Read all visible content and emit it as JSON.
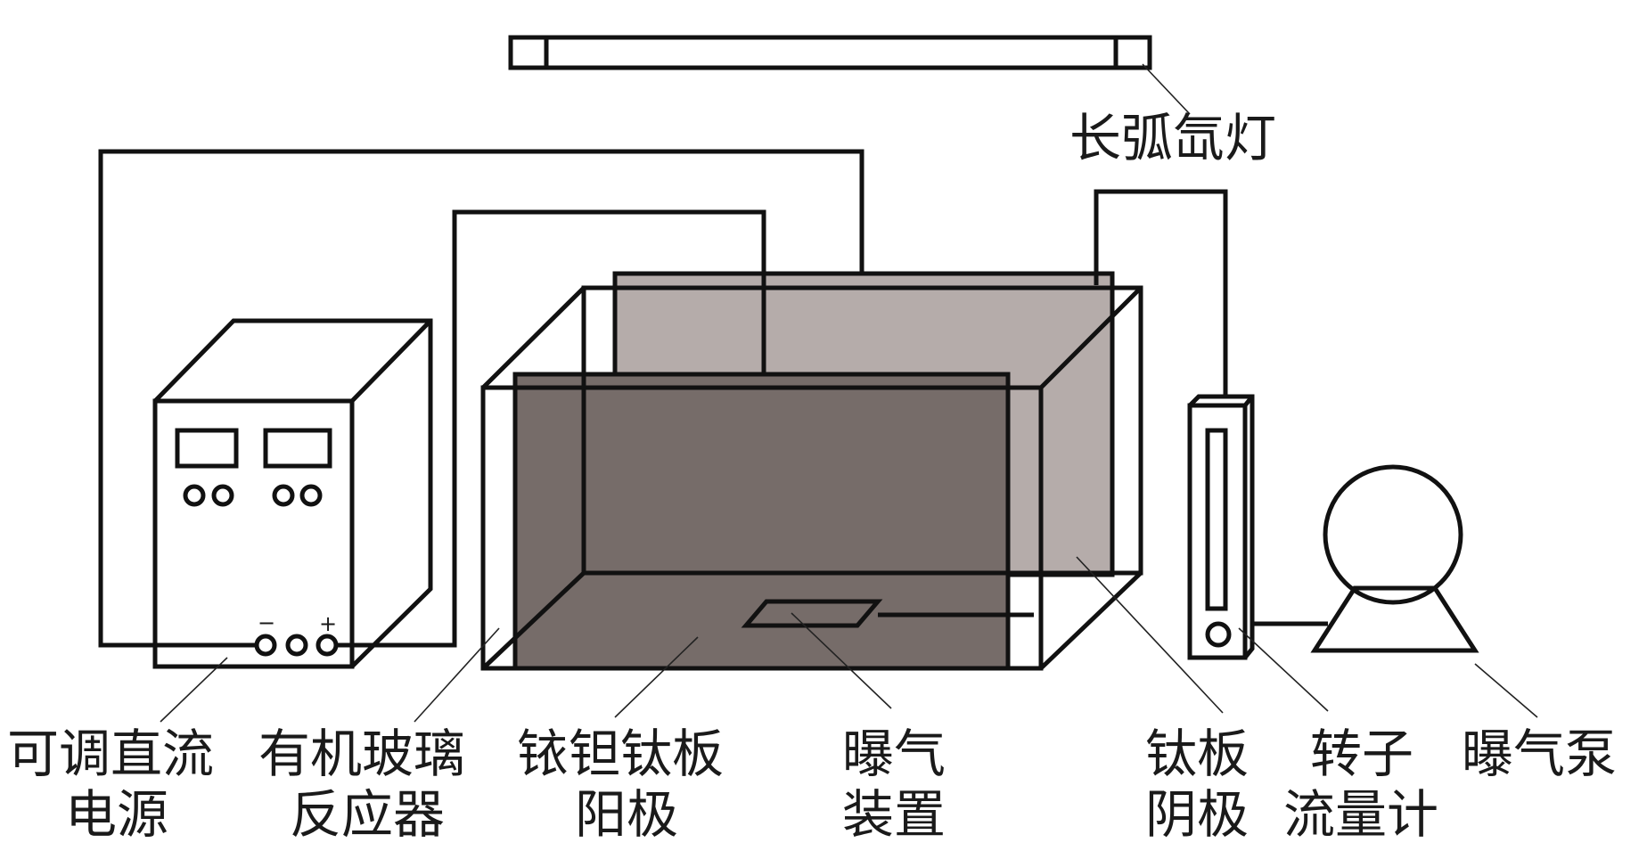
{
  "labels": {
    "lamp": "长弧氙灯",
    "power_line1": "可调直流",
    "power_line2": "电源",
    "reactor_line1": "有机玻璃",
    "reactor_line2": "反应器",
    "anode_line1": "铱钽钛板",
    "anode_line2": "阳极",
    "aerator_line1": "曝气",
    "aerator_line2": "装置",
    "cathode_line1": "钛板",
    "cathode_line2": "阴极",
    "flowmeter_line1": "转子",
    "flowmeter_line2": "流量计",
    "pump": "曝气泵",
    "minus_sign": "−",
    "plus_sign": "+"
  },
  "colors": {
    "line": "#111111",
    "anode_fill": "#766c69",
    "cathode_fill": "#b5acaa",
    "background": "#ffffff"
  }
}
